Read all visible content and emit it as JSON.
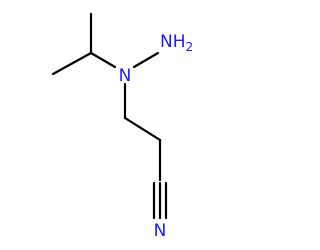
{
  "molecule": {
    "colors": {
      "bond": "#000000",
      "nitrogen": "#1a1aff"
    },
    "atoms": {
      "n_hydrazine": {
        "symbol": "N"
      },
      "nh2": {
        "symbol": "NH",
        "subscript": "2"
      },
      "n_nitrile": {
        "symbol": "N"
      }
    },
    "bond_types": [
      "single",
      "single",
      "single",
      "single",
      "single",
      "single",
      "triple"
    ]
  }
}
